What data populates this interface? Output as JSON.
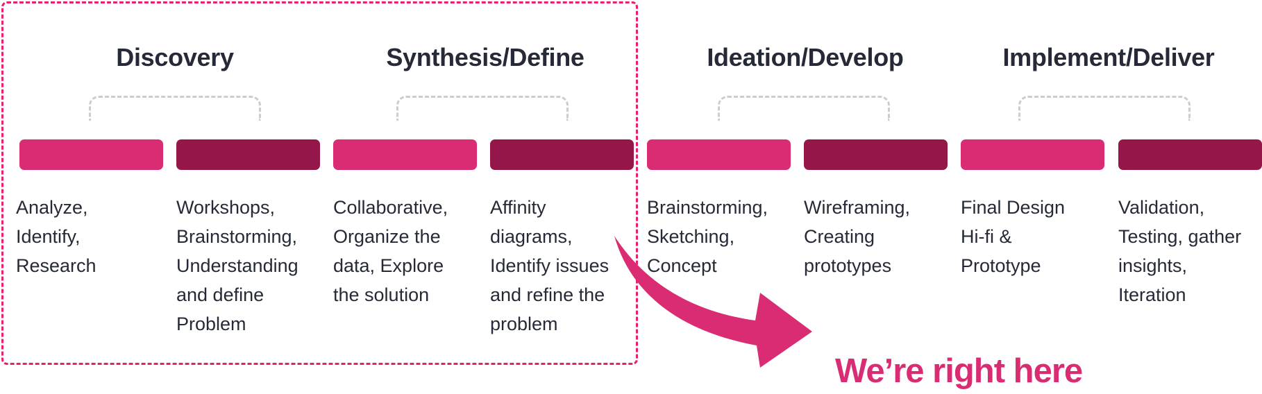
{
  "colors": {
    "accent_light": "#d92c73",
    "accent_dark": "#951648",
    "highlight_border": "#e8206f",
    "bracket": "#cdcdcd",
    "text": "#252a36"
  },
  "phases": [
    {
      "title": "Discovery",
      "steps": [
        {
          "description": "Analyze,\nIdentify,\nResearch"
        },
        {
          "description": "Workshops,\nBrainstorming,\nUnderstanding\nand define\nProblem"
        }
      ]
    },
    {
      "title": "Synthesis/Define",
      "steps": [
        {
          "description": "Collaborative,\nOrganize the\ndata, Explore\nthe solution"
        },
        {
          "description": "Affinity\ndiagrams,\nIdentify issues\nand refine the\nproblem"
        }
      ]
    },
    {
      "title": "Ideation/Develop",
      "steps": [
        {
          "description": "Brainstorming,\nSketching,\nConcept"
        },
        {
          "description": "Wireframing,\nCreating\nprototypes"
        }
      ]
    },
    {
      "title": "Implement/Deliver",
      "steps": [
        {
          "description": "Final Design\nHi-fi &\nPrototype"
        },
        {
          "description": "Validation,\nTesting, gather\ninsights,\nIteration"
        }
      ]
    }
  ],
  "current_marker": {
    "label": "We’re right here",
    "icon": "curved-arrow-icon"
  }
}
